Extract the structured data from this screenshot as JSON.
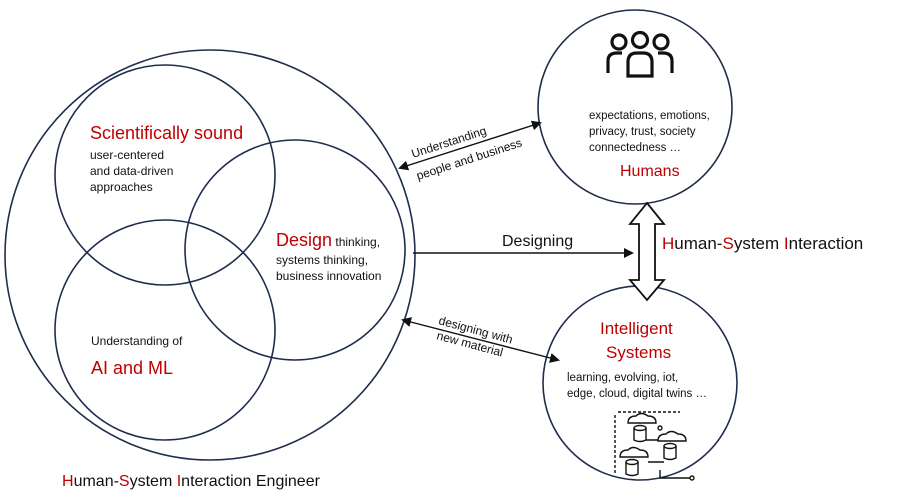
{
  "engineer": {
    "label_parts": [
      {
        "t": "H",
        "c": "red"
      },
      {
        "t": "uman-",
        "c": "black"
      },
      {
        "t": "S",
        "c": "red"
      },
      {
        "t": "ystem ",
        "c": "black"
      },
      {
        "t": "I",
        "c": "red"
      },
      {
        "t": "nteraction Engineer",
        "c": "black"
      }
    ]
  },
  "scientific": {
    "title": "Scientifically sound",
    "line1": "user-centered",
    "line2": "and data-driven",
    "line3": "approaches"
  },
  "design": {
    "title": "Design",
    "line1": " thinking,",
    "line2": "systems thinking,",
    "line3": "business innovation"
  },
  "ai": {
    "line1": "Understanding of",
    "title": "AI and ML"
  },
  "humans": {
    "line1": "expectations, emotions,",
    "line2": "privacy, trust, society",
    "line3": "connectedness …",
    "title": "Humans",
    "icon": "people-group-icon"
  },
  "systems": {
    "title1": "Intelligent",
    "title2": "Systems",
    "line1": "learning, evolving, iot,",
    "line2": "edge, cloud, digital twins …",
    "icon": "cloud-data-network-icon"
  },
  "links": {
    "understanding1": "Understanding",
    "understanding2": "people and business",
    "designing": "Designing",
    "material1": "designing with",
    "material2": "new material"
  },
  "hsi": {
    "label_parts": [
      {
        "t": "H",
        "c": "red"
      },
      {
        "t": "uman-",
        "c": "black"
      },
      {
        "t": "S",
        "c": "red"
      },
      {
        "t": "ystem ",
        "c": "black"
      },
      {
        "t": "I",
        "c": "red"
      },
      {
        "t": "nteraction",
        "c": "black"
      }
    ]
  },
  "colors": {
    "accent": "#c00000",
    "text": "#111111",
    "outline": "#1f2d4d"
  }
}
